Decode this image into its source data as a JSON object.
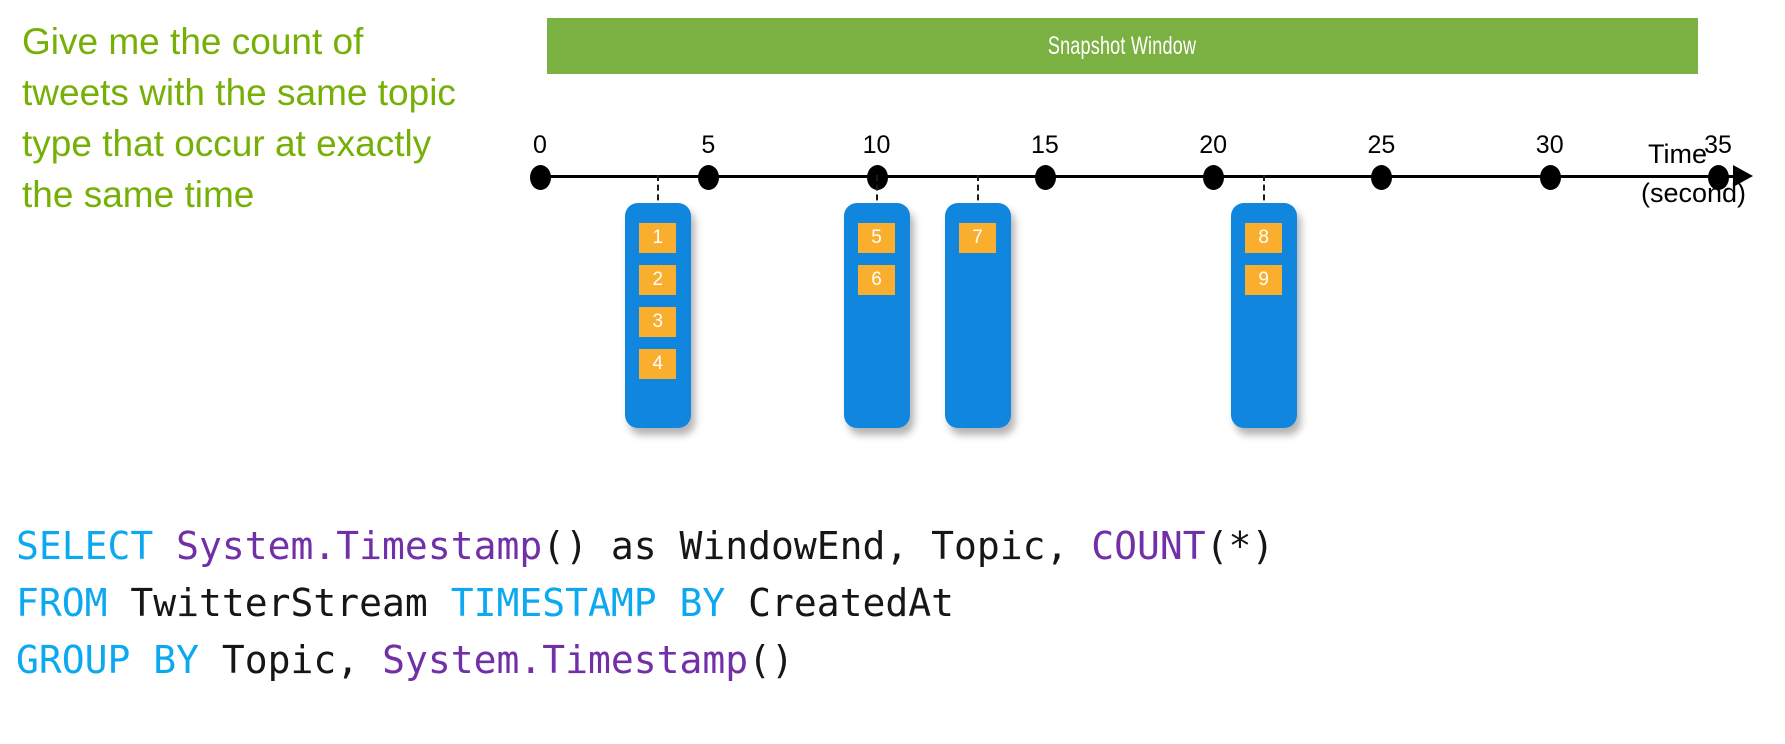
{
  "question": {
    "text": "Give me the count of tweets with the same topic type that occur at exactly the same time",
    "color": "#76B007"
  },
  "banner": {
    "label": "Snapshot Window",
    "color": "#7BB042",
    "text_color": "#FFFFFF"
  },
  "timeline": {
    "axis_title": "Time",
    "axis_unit": "(second)",
    "tick_labels": [
      "0",
      "5",
      "10",
      "15",
      "20",
      "25",
      "30",
      "35"
    ],
    "tick_values": [
      0,
      5,
      10,
      15,
      20,
      25,
      30,
      35
    ],
    "dot_color": "#000000"
  },
  "event_groups": [
    {
      "time_label": "3.5",
      "badges": [
        "1",
        "2",
        "3",
        "4"
      ]
    },
    {
      "time_label": "10",
      "badges": [
        "5",
        "6"
      ]
    },
    {
      "time_label": "13",
      "badges": [
        "7"
      ]
    },
    {
      "time_label": "21.5",
      "badges": [
        "8",
        "9"
      ]
    }
  ],
  "colors": {
    "event_box": "#1186DF",
    "event_badge": "#FAAE2E",
    "badge_text": "#FFFFFF"
  },
  "sql": {
    "lines": [
      [
        {
          "t": "SELECT ",
          "c": "kw"
        },
        {
          "t": "System.Timestamp",
          "c": "fn"
        },
        {
          "t": "() as WindowEnd, Topic, ",
          "c": "id"
        },
        {
          "t": "COUNT",
          "c": "fn"
        },
        {
          "t": "(*)",
          "c": "id"
        }
      ],
      [
        {
          "t": "FROM ",
          "c": "kw"
        },
        {
          "t": "TwitterStream ",
          "c": "id"
        },
        {
          "t": "TIMESTAMP BY ",
          "c": "kw"
        },
        {
          "t": "CreatedAt",
          "c": "id"
        }
      ],
      [
        {
          "t": "GROUP BY ",
          "c": "kw"
        },
        {
          "t": "Topic, ",
          "c": "id"
        },
        {
          "t": "System.Timestamp",
          "c": "fn"
        },
        {
          "t": "()",
          "c": "id"
        }
      ]
    ],
    "keyword_color": "#0CA8F0",
    "function_color": "#7230A8",
    "identifier_color": "#161616"
  }
}
